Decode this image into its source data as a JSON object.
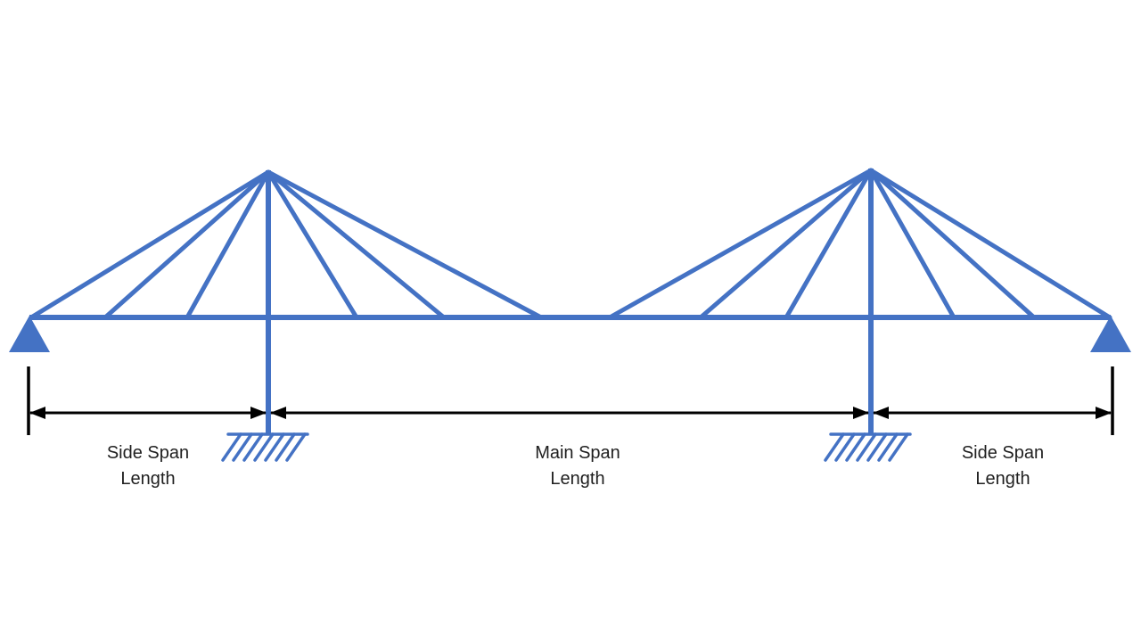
{
  "colors": {
    "structure": "#4472C4",
    "dimension": "#000000",
    "text": "#1f1f1f",
    "background": "#ffffff"
  },
  "labels": {
    "left_side_span": {
      "line1": "Side Span",
      "line2": "Length"
    },
    "main_span": {
      "line1": "Main Span",
      "line2": "Length"
    },
    "right_side_span": {
      "line1": "Side Span",
      "line2": "Length"
    }
  },
  "icons": {
    "end_support": "pin-support-icon",
    "tower_base": "fixed-support-icon"
  }
}
